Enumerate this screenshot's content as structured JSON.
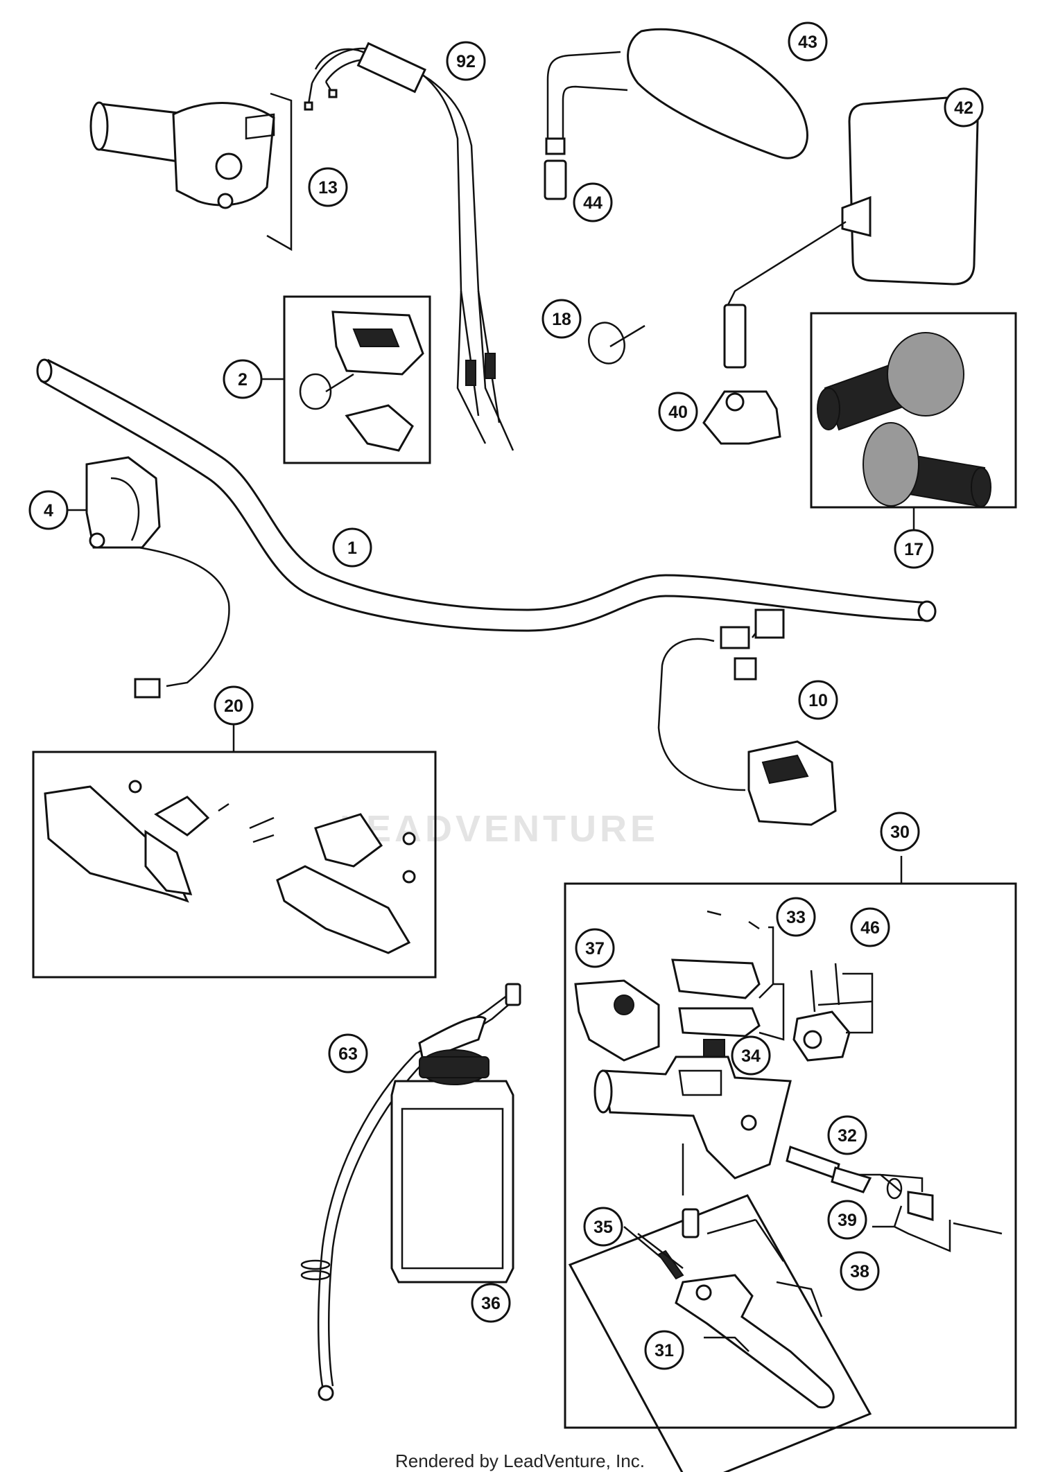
{
  "diagram": {
    "callouts": [
      "1",
      "2",
      "4",
      "10",
      "13",
      "17",
      "18",
      "20",
      "30",
      "31",
      "32",
      "33",
      "34",
      "35",
      "36",
      "37",
      "38",
      "39",
      "40",
      "42",
      "43",
      "44",
      "46",
      "63",
      "92"
    ]
  },
  "watermark": "LEADVENTURE",
  "footer": "Rendered by LeadVenture, Inc."
}
